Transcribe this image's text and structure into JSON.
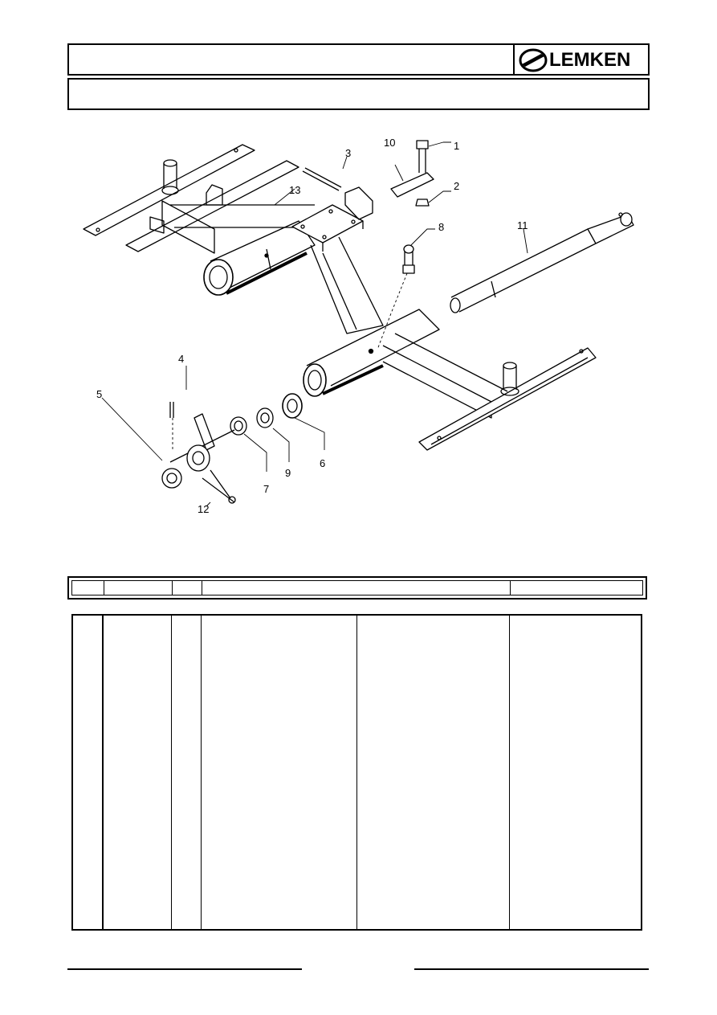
{
  "header": {
    "brand": "LEMKEN"
  },
  "callouts": [
    {
      "id": "callout-1",
      "label": "1"
    },
    {
      "id": "callout-2",
      "label": "2"
    },
    {
      "id": "callout-3",
      "label": "3"
    },
    {
      "id": "callout-4",
      "label": "4"
    },
    {
      "id": "callout-5",
      "label": "5"
    },
    {
      "id": "callout-6",
      "label": "6"
    },
    {
      "id": "callout-7",
      "label": "7"
    },
    {
      "id": "callout-8",
      "label": "8"
    },
    {
      "id": "callout-9",
      "label": "9"
    },
    {
      "id": "callout-10",
      "label": "10"
    },
    {
      "id": "callout-11",
      "label": "11"
    },
    {
      "id": "callout-12",
      "label": "12"
    },
    {
      "id": "callout-13",
      "label": "13"
    }
  ],
  "colors": {
    "ink": "#000000",
    "paper": "#ffffff"
  }
}
